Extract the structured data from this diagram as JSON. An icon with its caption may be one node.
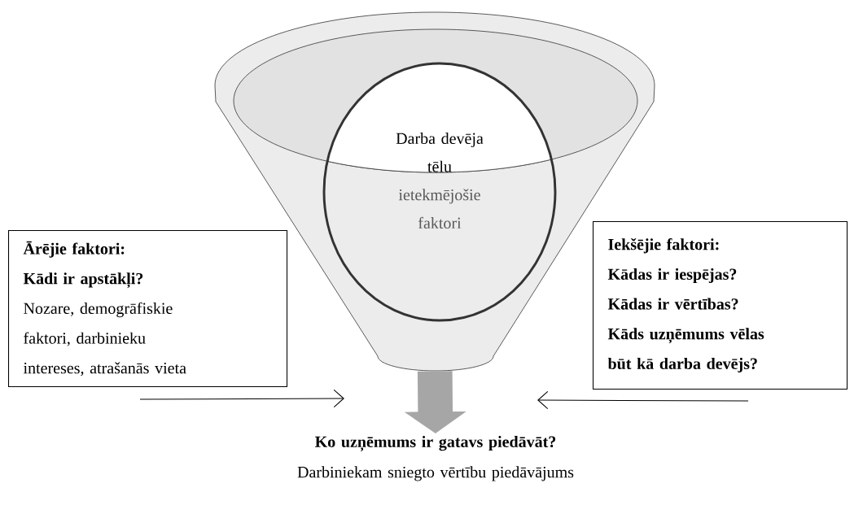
{
  "diagram": {
    "nodes": [
      {
        "text": [],
        "shape": "funnel"
      },
      {
        "text": [
          "Darba devēja tēlu",
          "ietekmējošie faktori"
        ],
        "in": 0
      },
      {
        "text": [
          "Ārējie faktori:",
          "Kādi ir apstākļi?",
          "Nozare, demogrāfiskie faktori, darbinieku intereses, atrašanās vieta"
        ]
      },
      {
        "text": [
          "Iekšējie faktori:",
          "Kādas ir iespējas?",
          "Kādas ir vērtības?",
          "Kāds uzņēmums vēlas būt kā darba devējs?"
        ]
      },
      {
        "text": [
          "Ko uzņēmums ir gatavs piedāvāt?",
          "Darbiniekam sniegto vērtību piedāvājums"
        ]
      }
    ],
    "edges": [
      {
        "from": 2,
        "to": null,
        "arrow": "to"
      },
      {
        "from": 3,
        "to": null,
        "arrow": "to"
      },
      {
        "from": 0,
        "to": 4,
        "arrow": "to",
        "style": "thick",
        "color": "#a6a6a6"
      }
    ]
  }
}
